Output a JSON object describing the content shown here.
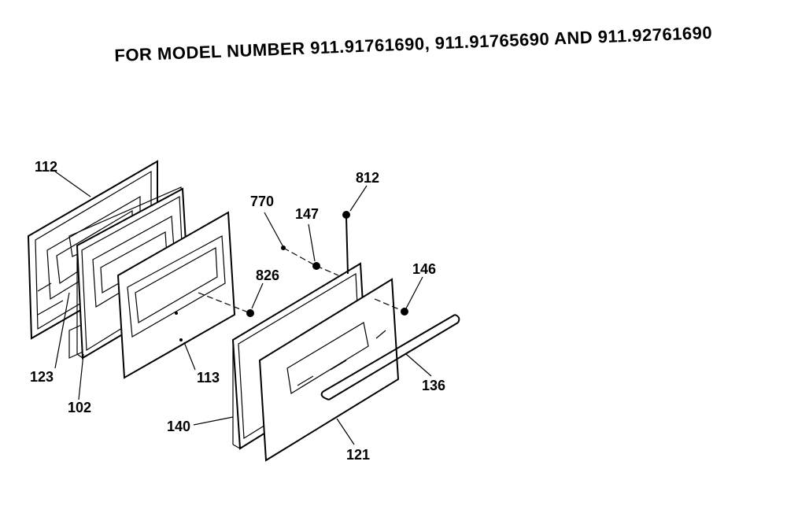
{
  "title": "FOR MODEL NUMBER 911.91761690, 911.91765690 AND 911.92761690",
  "parts": {
    "p112": "112",
    "p123": "123",
    "p102": "102",
    "p113": "113",
    "p826": "826",
    "p770": "770",
    "p147": "147",
    "p812": "812",
    "p146": "146",
    "p136": "136",
    "p140": "140",
    "p121": "121"
  }
}
